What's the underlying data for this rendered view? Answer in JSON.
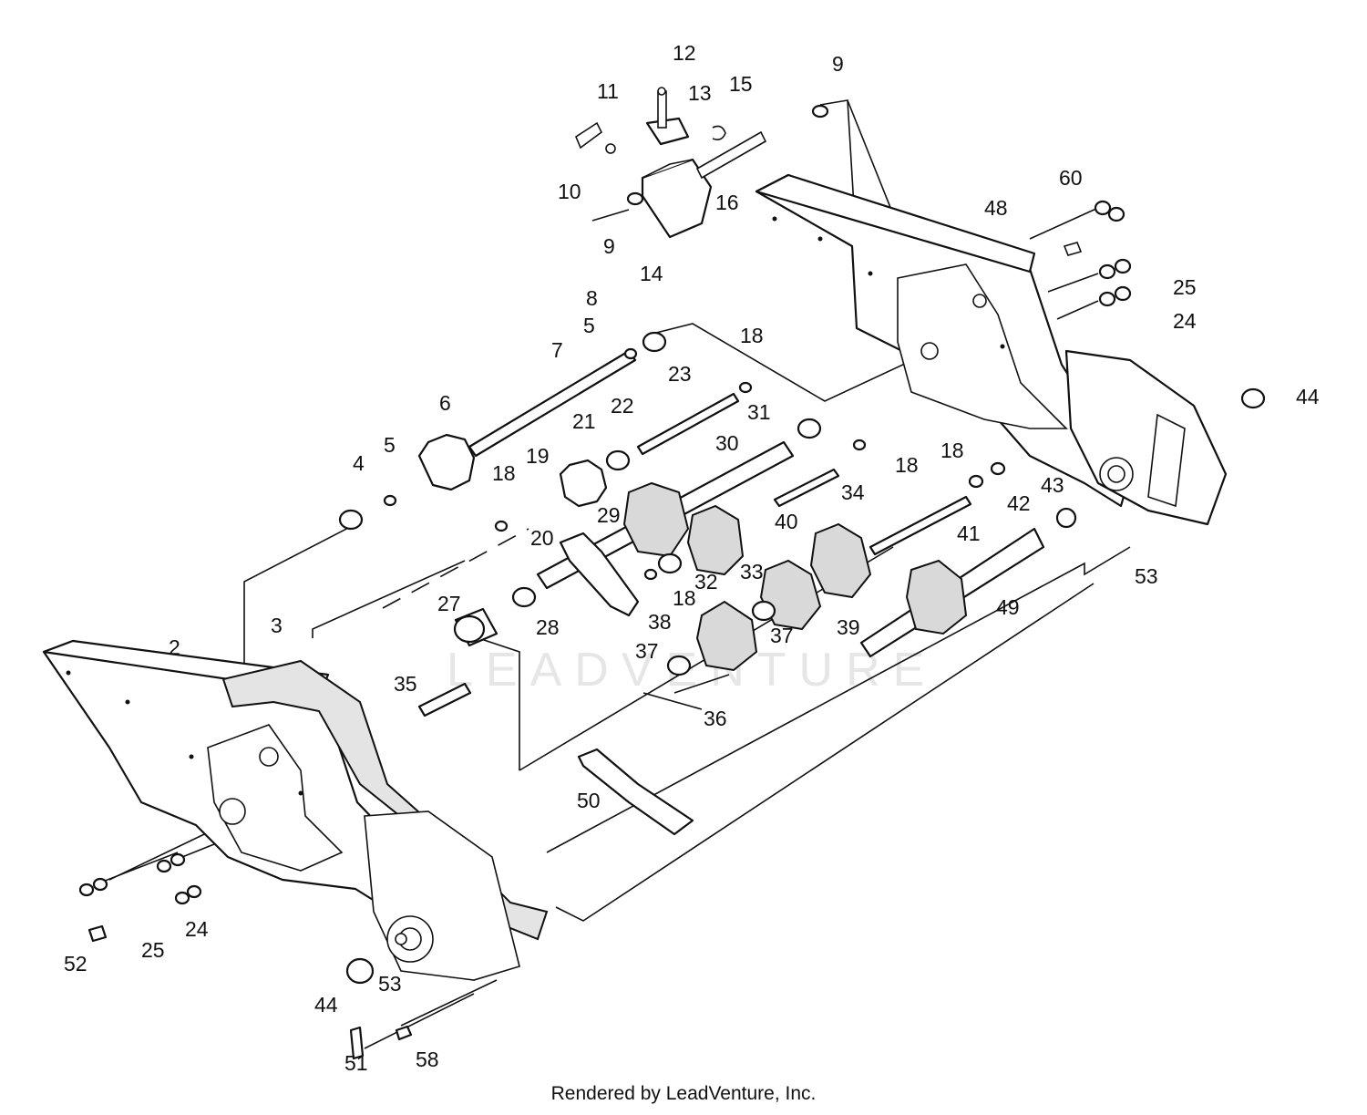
{
  "watermark": "LEADVENTURE",
  "credit": "Rendered by LeadVenture, Inc.",
  "callouts": [
    {
      "id": "c12",
      "text": "12"
    },
    {
      "id": "c11",
      "text": "11"
    },
    {
      "id": "c13",
      "text": "13"
    },
    {
      "id": "c15",
      "text": "15"
    },
    {
      "id": "c9a",
      "text": "9"
    },
    {
      "id": "c10",
      "text": "10"
    },
    {
      "id": "c16",
      "text": "16"
    },
    {
      "id": "c9b",
      "text": "9"
    },
    {
      "id": "c14",
      "text": "14"
    },
    {
      "id": "c60",
      "text": "60"
    },
    {
      "id": "c48",
      "text": "48"
    },
    {
      "id": "c25a",
      "text": "25"
    },
    {
      "id": "c24a",
      "text": "24"
    },
    {
      "id": "c8",
      "text": "8"
    },
    {
      "id": "c5a",
      "text": "5"
    },
    {
      "id": "c7",
      "text": "7"
    },
    {
      "id": "c18a",
      "text": "18"
    },
    {
      "id": "c23",
      "text": "23"
    },
    {
      "id": "c44a",
      "text": "44"
    },
    {
      "id": "c6",
      "text": "6"
    },
    {
      "id": "c21",
      "text": "21"
    },
    {
      "id": "c22",
      "text": "22"
    },
    {
      "id": "c31",
      "text": "31"
    },
    {
      "id": "c30",
      "text": "30"
    },
    {
      "id": "c18b",
      "text": "18"
    },
    {
      "id": "c18c",
      "text": "18"
    },
    {
      "id": "c4",
      "text": "4"
    },
    {
      "id": "c5b",
      "text": "5"
    },
    {
      "id": "c19",
      "text": "19"
    },
    {
      "id": "c18d",
      "text": "18"
    },
    {
      "id": "c34",
      "text": "34"
    },
    {
      "id": "c43",
      "text": "43"
    },
    {
      "id": "c42",
      "text": "42"
    },
    {
      "id": "c20",
      "text": "20"
    },
    {
      "id": "c29",
      "text": "29"
    },
    {
      "id": "c40",
      "text": "40"
    },
    {
      "id": "c41",
      "text": "41"
    },
    {
      "id": "c53a",
      "text": "53"
    },
    {
      "id": "c33",
      "text": "33"
    },
    {
      "id": "c32",
      "text": "32"
    },
    {
      "id": "c18e",
      "text": "18"
    },
    {
      "id": "c27",
      "text": "27"
    },
    {
      "id": "c28",
      "text": "28"
    },
    {
      "id": "c49",
      "text": "49"
    },
    {
      "id": "c38",
      "text": "38"
    },
    {
      "id": "c37a",
      "text": "37"
    },
    {
      "id": "c39",
      "text": "39"
    },
    {
      "id": "c2",
      "text": "2"
    },
    {
      "id": "c3",
      "text": "3"
    },
    {
      "id": "c37b",
      "text": "37"
    },
    {
      "id": "c35",
      "text": "35"
    },
    {
      "id": "c36",
      "text": "36"
    },
    {
      "id": "c50",
      "text": "50"
    },
    {
      "id": "c24b",
      "text": "24"
    },
    {
      "id": "c25b",
      "text": "25"
    },
    {
      "id": "c52",
      "text": "52"
    },
    {
      "id": "c53b",
      "text": "53"
    },
    {
      "id": "c44b",
      "text": "44"
    },
    {
      "id": "c51",
      "text": "51"
    },
    {
      "id": "c58",
      "text": "58"
    }
  ]
}
